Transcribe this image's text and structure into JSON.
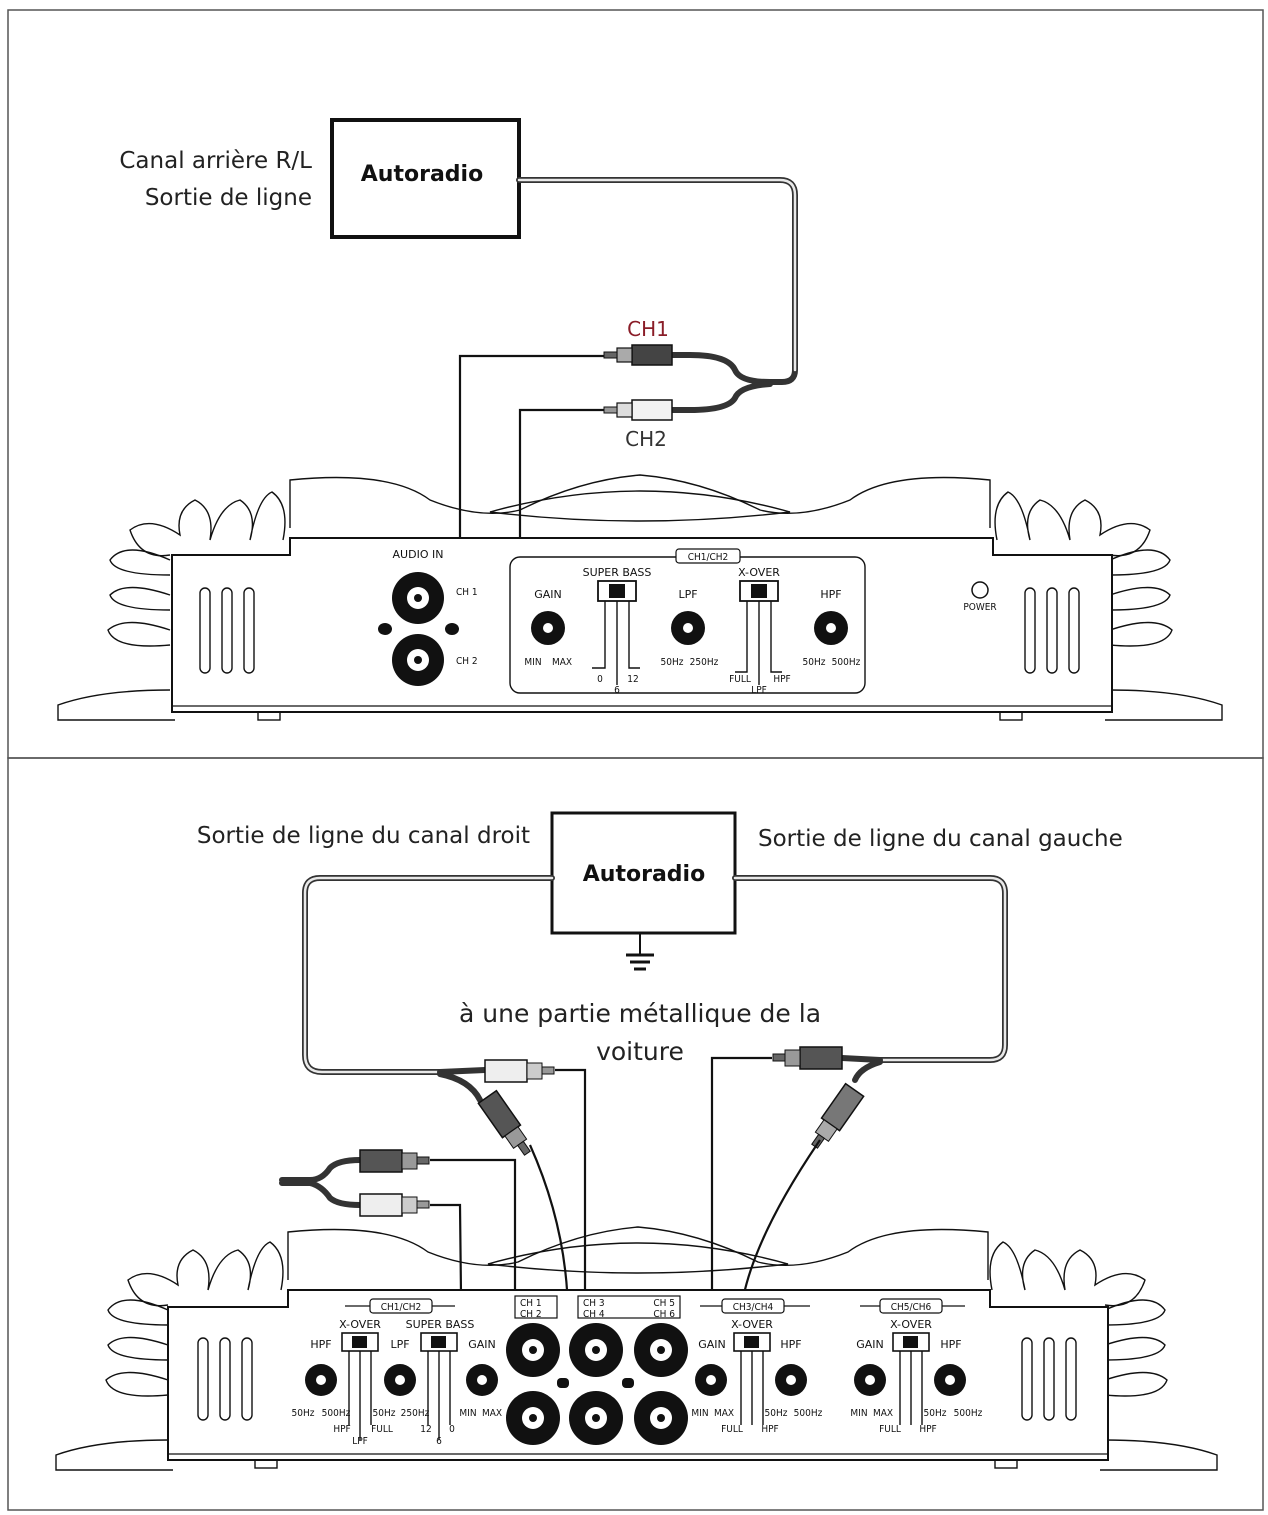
{
  "top": {
    "head_unit": "Autoradio",
    "label_line1": "Canal arrière R/L",
    "label_line2": "Sortie de ligne",
    "ch1": "CH1",
    "ch2": "CH2",
    "amp": {
      "audio_in": "AUDIO IN",
      "in_ch1": "CH 1",
      "in_ch2": "CH 2",
      "ch_group": "CH1/CH2",
      "gain": "GAIN",
      "super_bass": "SUPER BASS",
      "lpf": "LPF",
      "xover": "X-OVER",
      "hpf": "HPF",
      "min": "MIN",
      "max": "MAX",
      "sb_0": "0",
      "sb_6": "6",
      "sb_12": "12",
      "lpf_50": "50Hz",
      "lpf_250": "250Hz",
      "full": "FULL",
      "lpf_pos": "LPF",
      "hpf_pos": "HPF",
      "hpf_50": "50Hz",
      "hpf_500": "500Hz",
      "power": "POWER"
    }
  },
  "bottom": {
    "head_unit": "Autoradio",
    "label_right_channel": "Sortie de ligne du canal droit",
    "label_left_channel": "Sortie de ligne du canal gauche",
    "ground_line1": "à une partie métallique de la",
    "ground_line2": "voiture",
    "amp": {
      "g1_title": "CH1/CH2",
      "g1_xover": "X-OVER",
      "g1_superbass": "SUPER BASS",
      "g1_hpf": "HPF",
      "g1_lpf": "LPF",
      "g1_gain": "GAIN",
      "g1_hpf_50": "50Hz",
      "g1_hpf_500": "500Hz",
      "g1_lpf_50": "50Hz",
      "g1_lpf_250": "250Hz",
      "g1_min": "MIN",
      "g1_max": "MAX",
      "g1_hpf_pos": "HPF",
      "g1_lpf_pos": "LPF",
      "g1_full": "FULL",
      "g1_sb_12": "12",
      "g1_sb_6": "6",
      "g1_sb_0": "0",
      "in_ch1": "CH 1",
      "in_ch2": "CH 2",
      "in_ch3": "CH 3",
      "in_ch4": "CH 4",
      "in_ch5": "CH 5",
      "in_ch6": "CH 6",
      "g2_title": "CH3/CH4",
      "g2_gain": "GAIN",
      "g2_xover": "X-OVER",
      "g2_hpf": "HPF",
      "g2_min": "MIN",
      "g2_max": "MAX",
      "g2_hpf_50": "50Hz",
      "g2_hpf_500": "500Hz",
      "g2_full": "FULL",
      "g2_hpf_pos": "HPF",
      "g3_title": "CH5/CH6",
      "g3_gain": "GAIN",
      "g3_xover": "X-OVER",
      "g3_hpf": "HPF",
      "g3_min": "MIN",
      "g3_max": "MAX",
      "g3_hpf_50": "50Hz",
      "g3_hpf_500": "500Hz",
      "g3_full": "FULL",
      "g3_hpf_pos": "HPF"
    }
  }
}
